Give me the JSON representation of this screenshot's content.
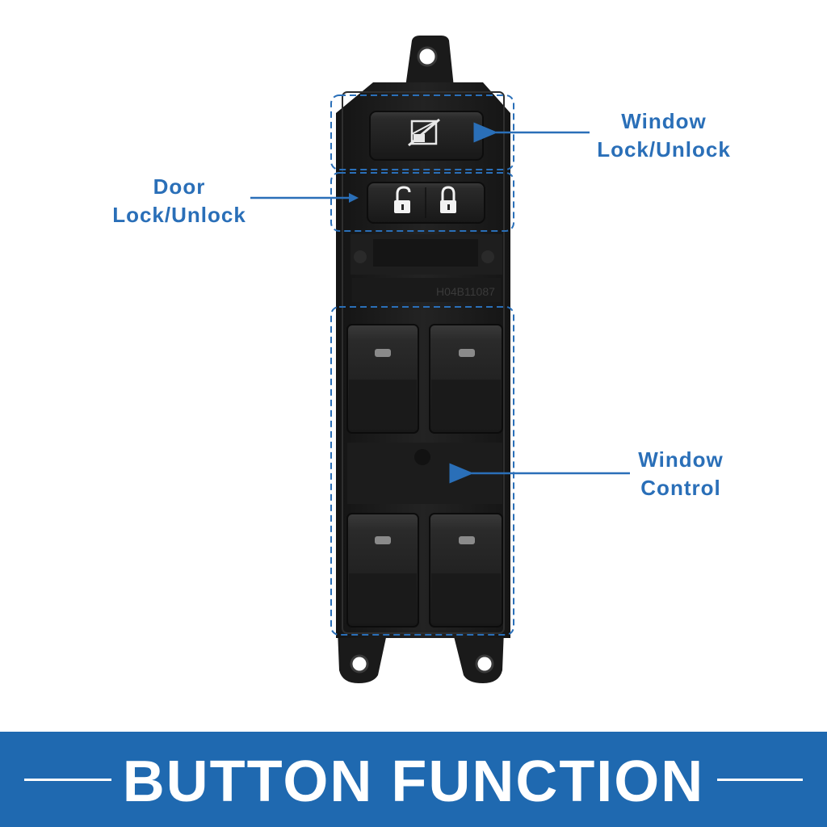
{
  "callouts": {
    "window_lock": {
      "line1": "Window",
      "line2": "Lock/Unlock"
    },
    "door_lock": {
      "line1": "Door",
      "line2": "Lock/Unlock"
    },
    "window_control": {
      "line1": "Window",
      "line2": "Control"
    }
  },
  "panel_marking": "H04B11087",
  "banner": {
    "title": "BUTTON FUNCTION"
  },
  "colors": {
    "accent_blue": "#2a6fb8",
    "banner_blue": "#1f69b0",
    "switch_body": "#1c1c1c",
    "switch_face": "#262626"
  },
  "icons": [
    "window-lock-icon",
    "unlock-padlock-icon",
    "lock-padlock-icon"
  ]
}
